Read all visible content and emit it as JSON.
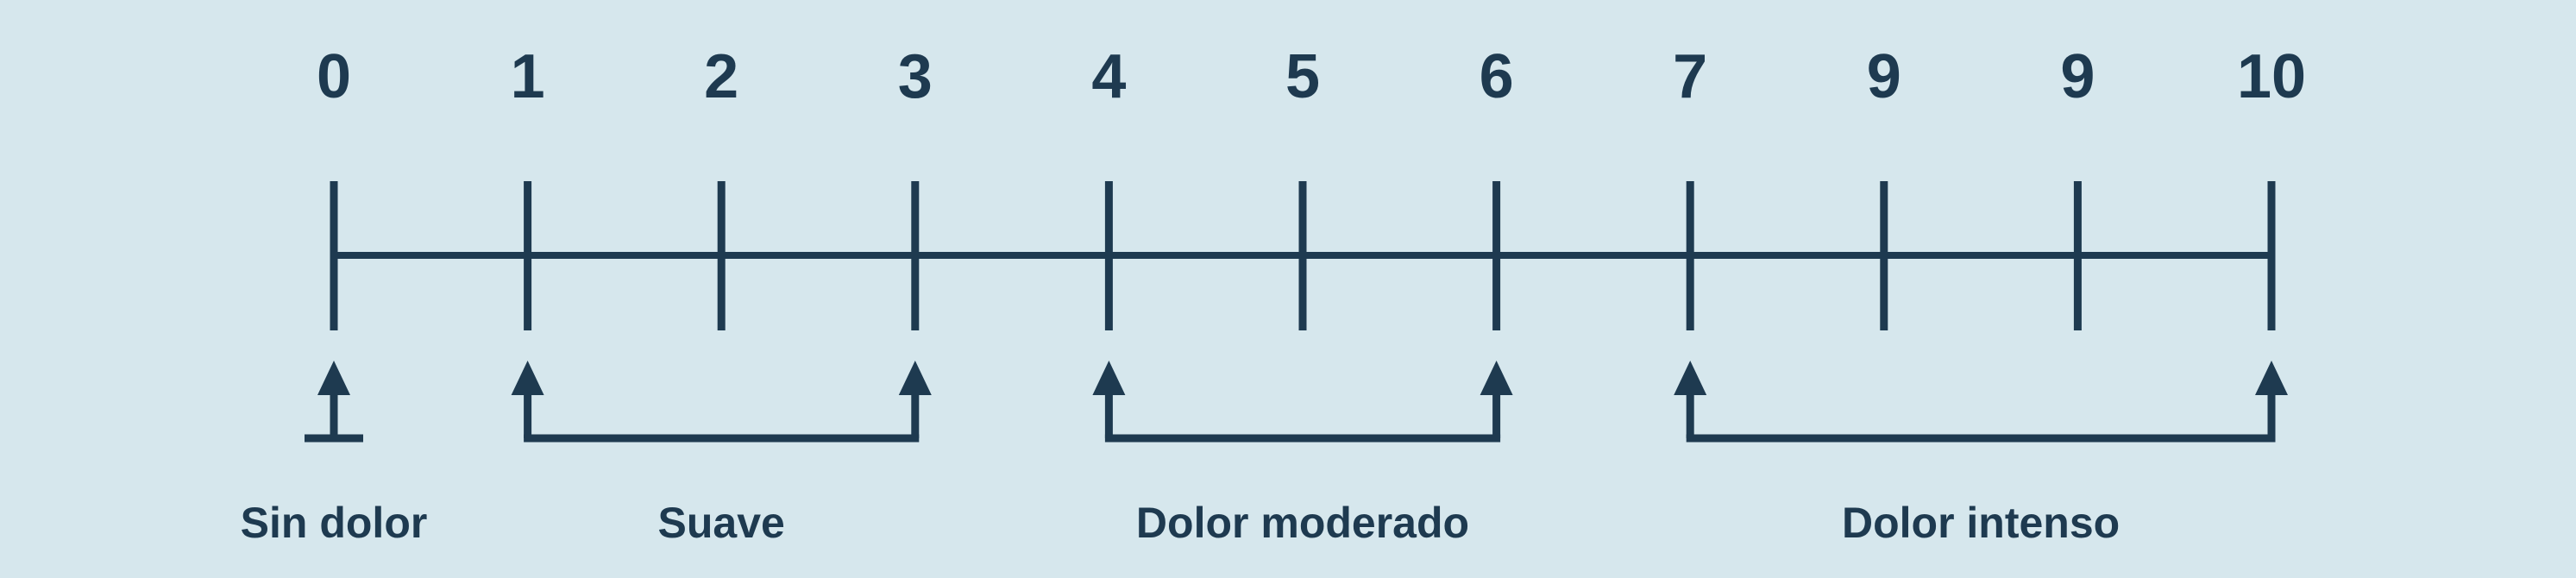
{
  "colors": {
    "background": "#d6e7ed",
    "ink": "#1e3a50"
  },
  "scale": {
    "tick_labels": [
      "0",
      "1",
      "2",
      "3",
      "4",
      "5",
      "6",
      "7",
      "9",
      "9",
      "10"
    ]
  },
  "ranges": [
    {
      "label": "Sin dolor",
      "from": 0,
      "to": 0
    },
    {
      "label": "Suave",
      "from": 1,
      "to": 3
    },
    {
      "label": "Dolor moderado",
      "from": 4,
      "to": 6
    },
    {
      "label": "Dolor intenso",
      "from": 7,
      "to": 10
    }
  ]
}
